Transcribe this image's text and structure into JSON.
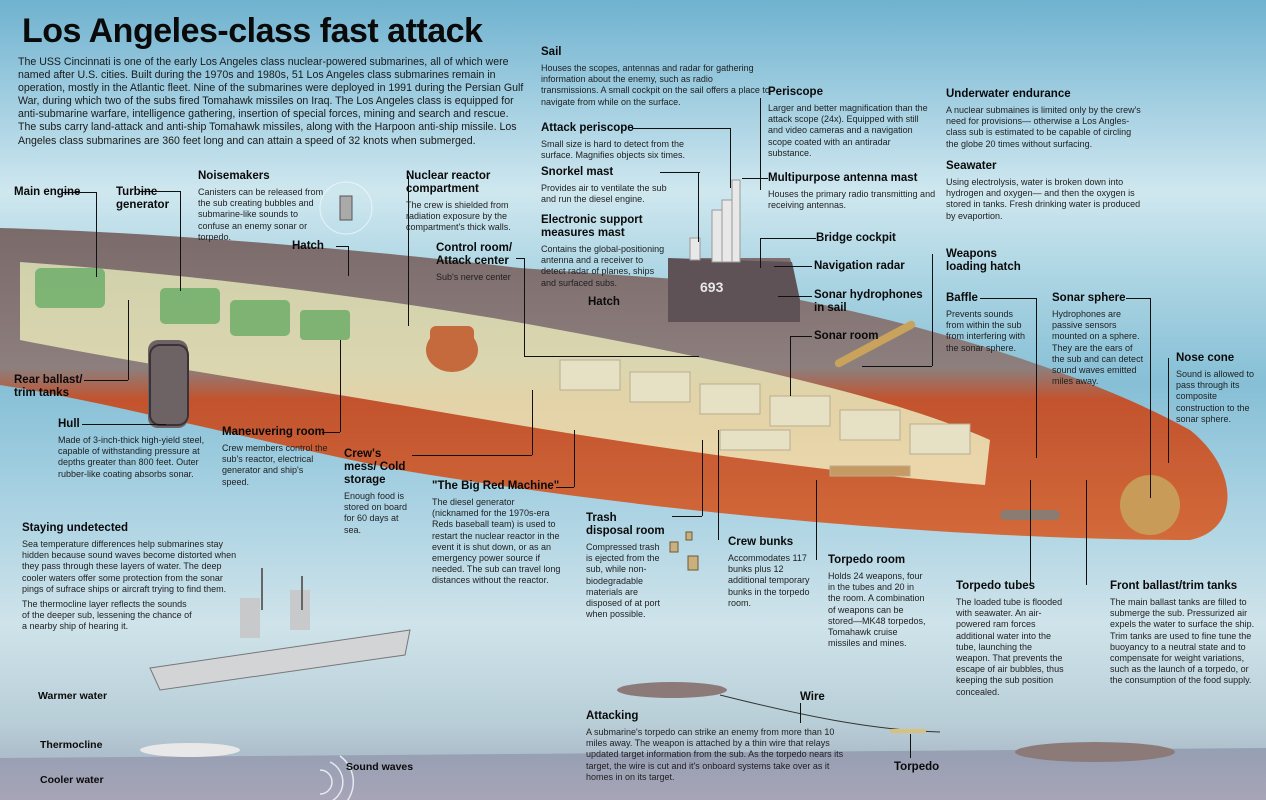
{
  "title": "Los Angeles-class fast attack",
  "intro": "The USS Cincinnati is one of the early Los Angeles class nuclear-powered submarines, all of which were named after U.S. cities. Built during the 1970s and 1980s, 51 Los Angeles class submarines remain in operation, mostly in the Atlantic fleet. Nine of the submarines were deployed in 1991 during the Persian Gulf War, during which two of the subs fired Tomahawk missiles on Iraq. The Los Angeles class is equipped for anti-submarine warfare, intelligence gathering, insertion of special forces, mining and search and rescue. The subs carry land-attack and anti-ship Tomahawk missiles, along with the Harpoon anti-ship missile. Los Angeles class submarines are 360 feet long and can attain a speed of 32 knots when submerged.",
  "hull_number": "693",
  "callouts": {
    "sail": {
      "title": "Sail",
      "text": "Houses the scopes, antennas and radar for gathering information about the enemy, such as radio transmissions. A small cockpit on the sail offers a place to navigate from while on the surface."
    },
    "attack_periscope": {
      "title": "Attack periscope",
      "text": "Small size is hard to detect from the surface. Magnifies objects six times."
    },
    "snorkel_mast": {
      "title": "Snorkel mast",
      "text": "Provides air to ventilate the sub and run the diesel engine."
    },
    "esm_mast": {
      "title": "Electronic support measures mast",
      "text": "Contains the global-positioning antenna and a receiver to detect radar of planes, ships and surfaced subs."
    },
    "periscope": {
      "title": "Periscope",
      "text": "Larger and better magnification than the attack scope (24x). Equipped with still and video cameras and a navigation scope coated with an antiradar substance."
    },
    "multipurpose_mast": {
      "title": "Multipurpose antenna mast",
      "text": "Houses the primary radio transmitting and receiving antennas."
    },
    "underwater_endurance": {
      "title": "Underwater endurance",
      "text": "A nuclear submaines is limited only by the crew's need for provisions— otherwise a Los Angles-class sub is estimated to be capable of circling the globe 20 times without surfacing."
    },
    "seawater": {
      "title": "Seawater",
      "text": "Using electrolysis, water is broken down into hydrogen and oxygen— and then the oxygen is stored in tanks. Fresh drinking water is produced by evaportion."
    },
    "noisemakers": {
      "title": "Noisemakers",
      "text": "Canisters can be released from the sub creating bubbles and submarine-like sounds to confuse an enemy sonar or torpedo."
    },
    "nuclear_reactor": {
      "title": "Nuclear reactor compartment",
      "text": "The crew is shielded from radiation exposure by the compartment's thick walls."
    },
    "control_room": {
      "title": "Control room/ Attack center",
      "text": "Sub's nerve center"
    },
    "baffle": {
      "title": "Baffle",
      "text": "Prevents sounds from within the sub from interfering with the sonar sphere."
    },
    "sonar_sphere": {
      "title": "Sonar sphere",
      "text": "Hydrophones are passive sensors mounted on a sphere. They are the ears of the sub and can detect sound waves emitted miles away."
    },
    "nose_cone": {
      "title": "Nose cone",
      "text": "Sound is allowed to pass through its composite construction to the sonar sphere."
    },
    "hull": {
      "title": "Hull",
      "text": "Made of 3-inch-thick high-yield steel, capable of withstanding pressure at depths greater than 800 feet. Outer rubber-like coating absorbs sonar."
    },
    "maneuvering_room": {
      "title": "Maneuvering room",
      "text": "Crew members control the sub's reactor, electrical generator and ship's speed."
    },
    "crews_mess": {
      "title": "Crew's mess/ Cold storage",
      "text": "Enough food is stored on board for 60 days at sea."
    },
    "big_red_machine": {
      "title": "\"The Big Red Machine\"",
      "text": "The diesel generator (nicknamed for the 1970s-era Reds baseball team) is used to restart the nuclear reactor in the event it is shut down, or as an emergency power source if needed. The sub can travel long distances without the reactor."
    },
    "trash_disposal": {
      "title": "Trash disposal room",
      "text": "Compressed trash is ejected from the sub, while non-biodegradable materials are disposed of at port when possible."
    },
    "crew_bunks": {
      "title": "Crew bunks",
      "text": "Accommodates 117 bunks plus 12 additional temporary bunks in the torpedo room."
    },
    "torpedo_room": {
      "title": "Torpedo room",
      "text": "Holds 24 weapons, four in the tubes and 20 in the room. A combination of weapons can be stored—MK48 torpedos, Tomahawk cruise missiles and mines."
    },
    "torpedo_tubes": {
      "title": "Torpedo tubes",
      "text": "The loaded tube is flooded with seawater. An air-powered ram forces additional water into the tube, launching the weapon. That prevents the escape of air bubbles, thus keeping the sub position concealed."
    },
    "front_ballast": {
      "title": "Front ballast/trim tanks",
      "text": "The main ballast tanks are filled to submerge the sub. Pressurized air expels the water to surface the ship. Trim tanks are used to fine tune the buoyancy to a neutral state and to compensate for weight variations, such as the launch of a torpedo, or the consumption of the food supply."
    },
    "staying_undetected": {
      "title": "Staying undetected",
      "text": "Sea temperature differences help submarines stay hidden because sound waves become distorted when they pass through these layers of water. The deep cooler waters offer some protection from the sonar pings of sufrace ships or aircraft trying to find them.",
      "text2": "The thermocline layer reflects the sounds of the deeper sub, lessening the chance of a nearby ship of hearing it."
    },
    "attacking": {
      "title": "Attacking",
      "text": "A submarine's torpedo can strike an enemy from more than 10 miles away. The weapon is attached by a thin wire that relays updated target information from the sub. As the torpedo nears its target, the wire is cut and it's onboard systems take over as it homes in on its target."
    }
  },
  "labels": {
    "main_engine": "Main engine",
    "turbine_generator": "Turbine generator",
    "hatch_rear": "Hatch",
    "hatch_front": "Hatch",
    "rear_ballast": "Rear ballast/ trim tanks",
    "bridge_cockpit": "Bridge cockpit",
    "navigation_radar": "Navigation radar",
    "sonar_hydrophones": "Sonar hydrophones in sail",
    "sonar_room": "Sonar room",
    "weapons_hatch": "Weapons loading hatch",
    "warmer_water": "Warmer water",
    "thermocline": "Thermocline",
    "cooler_water": "Cooler water",
    "sound_waves": "Sound waves",
    "wire": "Wire",
    "torpedo": "Torpedo"
  }
}
